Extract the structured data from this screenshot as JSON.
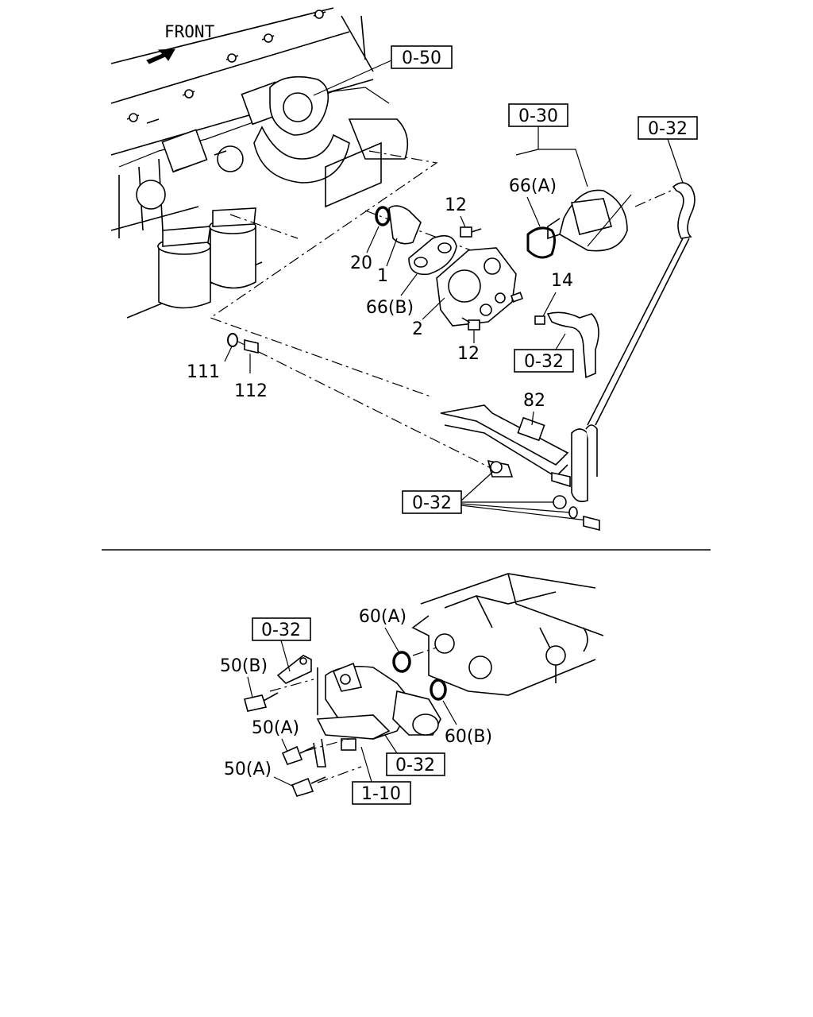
{
  "front_label": "FRONT",
  "top": {
    "refs": {
      "r050": "0-50",
      "r030": "0-30",
      "r032_top_right": "0-32",
      "r032_mid": "0-32",
      "r032_bottom": "0-32"
    },
    "parts": {
      "p20": "20",
      "p1": "1",
      "p66b": "66(B)",
      "p2": "2",
      "p12_top": "12",
      "p12_bottom": "12",
      "p14": "14",
      "p66a": "66(A)",
      "p111": "111",
      "p112": "112",
      "p82": "82"
    }
  },
  "bottom": {
    "refs": {
      "r032_left": "0-32",
      "r032_right": "0-32",
      "r110": "1-10"
    },
    "parts": {
      "p60a": "60(A)",
      "p60b": "60(B)",
      "p50b": "50(B)",
      "p50a_top": "50(A)",
      "p50a_bottom": "50(A)"
    }
  }
}
